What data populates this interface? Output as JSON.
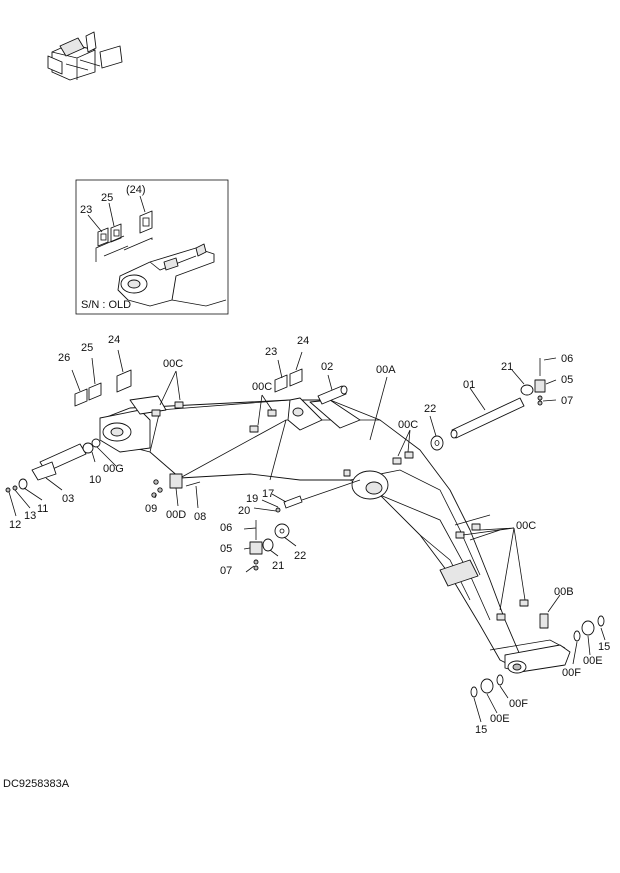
{
  "drawing_id": "DC9258383A",
  "inset": {
    "serial_note": "S/N : OLD",
    "labels": [
      "23",
      "25",
      "(24)"
    ]
  },
  "labels": {
    "l26": "26",
    "l25": "25",
    "l24a": "24",
    "l00C_a": "00C",
    "l23": "23",
    "l24b": "24",
    "l00C_b": "00C",
    "l02": "02",
    "l00A": "00A",
    "l21a": "21",
    "l06a": "06",
    "l05a": "05",
    "l07a": "07",
    "l01": "01",
    "l22a": "22",
    "l00C_c": "00C",
    "l00G": "00G",
    "l10": "10",
    "l03": "03",
    "l11": "11",
    "l13": "13",
    "l12": "12",
    "l09": "09",
    "l00D": "00D",
    "l08": "08",
    "l17": "17",
    "l19": "19",
    "l20": "20",
    "l06b": "06",
    "l05b": "05",
    "l07b": "07",
    "l21b": "21",
    "l22b": "22",
    "l00C_d": "00C",
    "l00B": "00B",
    "l15a": "15",
    "l00E_a": "00E",
    "l00F_a": "00F",
    "l00F_b": "00F",
    "l00E_b": "00E",
    "l15b": "15"
  },
  "orientation_icon": {
    "icon": "orientation-cube-icon"
  }
}
